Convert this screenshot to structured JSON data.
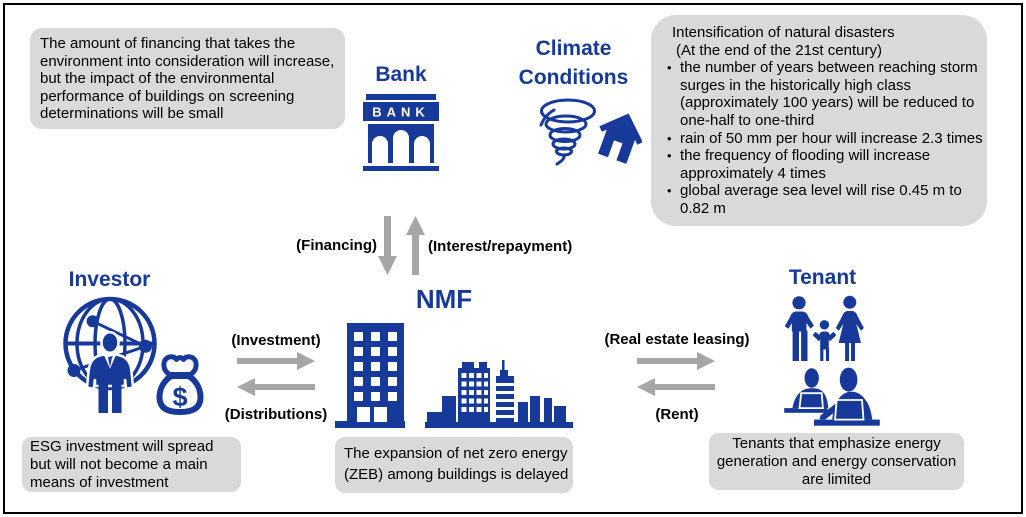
{
  "colors": {
    "navy": "#173a9a",
    "note_background": "#d9d9d9",
    "arrow_gray": "#a6a6a6",
    "border_black": "#000000",
    "text_black": "#000000"
  },
  "nodes": {
    "bank": {
      "label": "Bank",
      "sign_text": "BANK",
      "icon": "bank-building-icon"
    },
    "climate": {
      "label_line1": "Climate",
      "label_line2": "Conditions",
      "icon": "tornado-house-icon"
    },
    "investor": {
      "label": "Investor",
      "money_symbol": "$",
      "icon": "globe-businessman-moneybag-icon"
    },
    "nmf": {
      "label": "NMF",
      "icon": "office-buildings-icon"
    },
    "tenant": {
      "label": "Tenant",
      "icon": "family-and-workers-icon"
    }
  },
  "callouts": {
    "bank_note": {
      "text": "The amount of financing that takes the environment into consideration will increase, but the impact of the environmental performance of buildings on screening determinations will be small"
    },
    "climate_note": {
      "heading": "Intensification of natural disasters",
      "subheading": "(At the end of the 21st century)",
      "bullet_char": "•",
      "bullets": [
        "the number of years between reaching storm surges in the historically high class (approximately 100 years) will be reduced to one-half to one-third",
        "rain of 50 mm per hour will increase 2.3 times",
        "the frequency of flooding will increase approximately 4 times",
        "global average sea level will rise 0.45 m to 0.82 m"
      ]
    },
    "investor_note": {
      "text": "ESG investment will spread but will not become a main means of investment"
    },
    "nmf_note": {
      "text": "The expansion of net zero energy (ZEB) among buildings is delayed"
    },
    "tenant_note": {
      "text": "Tenants that emphasize energy generation and energy conservation are limited"
    }
  },
  "flows": {
    "financing": {
      "label": "(Financing)",
      "from": "Bank",
      "to": "NMF"
    },
    "interest_repayment": {
      "label": "(Interest/repayment)",
      "from": "NMF",
      "to": "Bank"
    },
    "investment": {
      "label": "(Investment)",
      "from": "Investor",
      "to": "NMF"
    },
    "distributions": {
      "label": "(Distributions)",
      "from": "NMF",
      "to": "Investor"
    },
    "real_estate_leasing": {
      "label": "(Real estate leasing)",
      "from": "NMF",
      "to": "Tenant"
    },
    "rent": {
      "label": "(Rent)",
      "from": "Tenant",
      "to": "NMF"
    }
  }
}
